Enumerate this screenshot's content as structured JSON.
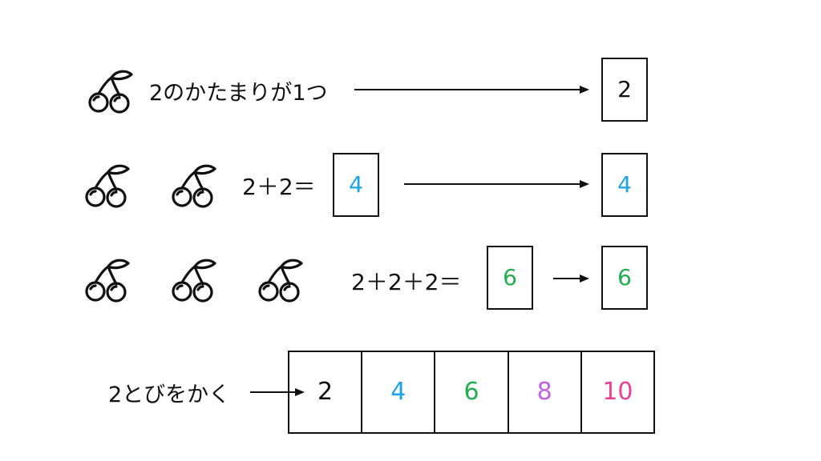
{
  "colors": {
    "ink": "#111111",
    "blue": "#1aa3e8",
    "green": "#1fae4e",
    "purple": "#c062e8",
    "pink": "#ee3e92"
  },
  "icons": [
    "cherry-icon",
    "arrow-icon"
  ],
  "rows": [
    {
      "cherries": 1,
      "text": "2のかたまりが1つ",
      "result": "2"
    },
    {
      "cherries": 2,
      "expression": "2＋2＝",
      "answer": "4",
      "result": "4"
    },
    {
      "cherries": 3,
      "expression": "2＋2＋2＝",
      "answer": "6",
      "result": "6"
    }
  ],
  "skip": {
    "label": "2とびをかく",
    "cells": [
      {
        "value": "2",
        "color": "#111111"
      },
      {
        "value": "4",
        "color": "#1aa3e8"
      },
      {
        "value": "6",
        "color": "#1fae4e"
      },
      {
        "value": "8",
        "color": "#c062e8"
      },
      {
        "value": "10",
        "color": "#ee3e92"
      }
    ]
  }
}
